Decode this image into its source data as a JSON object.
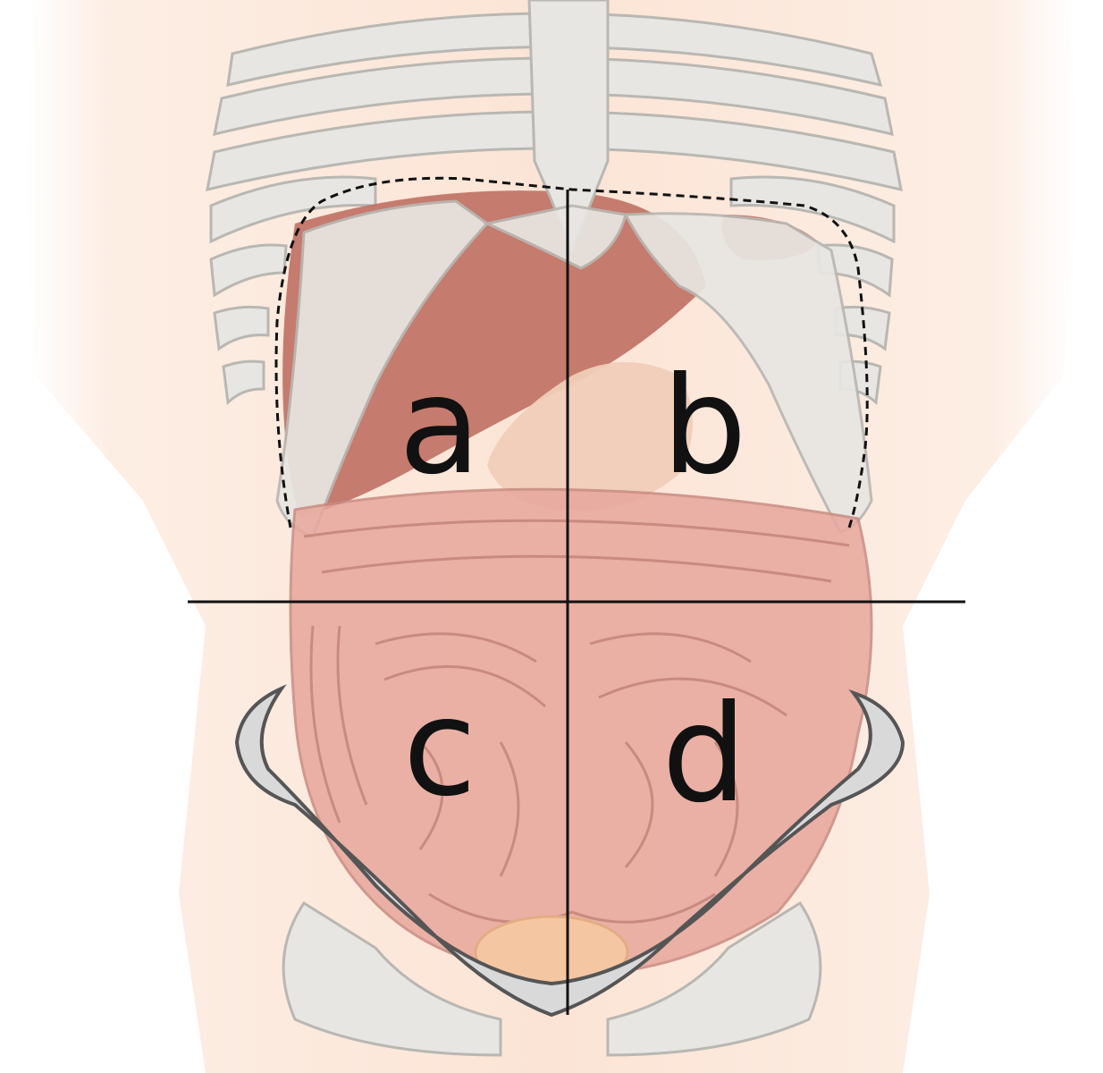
{
  "figure": {
    "regions": [
      {
        "key": "upper-right",
        "letter": "a"
      },
      {
        "key": "upper-left",
        "letter": "b"
      },
      {
        "key": "lower-right",
        "letter": "c"
      },
      {
        "key": "lower-left",
        "letter": "d"
      }
    ],
    "colors": {
      "skin": "#fbe3d3",
      "bone": "#e8e6e2",
      "bone_outline": "#b9b7b2",
      "liver": "#bf6f62",
      "intestine": "#e8a79c",
      "intestine_outline": "#c98a80",
      "pelvis": "#d9d9d9",
      "bladder": "#f4c7a2",
      "divider": "#111111"
    }
  }
}
